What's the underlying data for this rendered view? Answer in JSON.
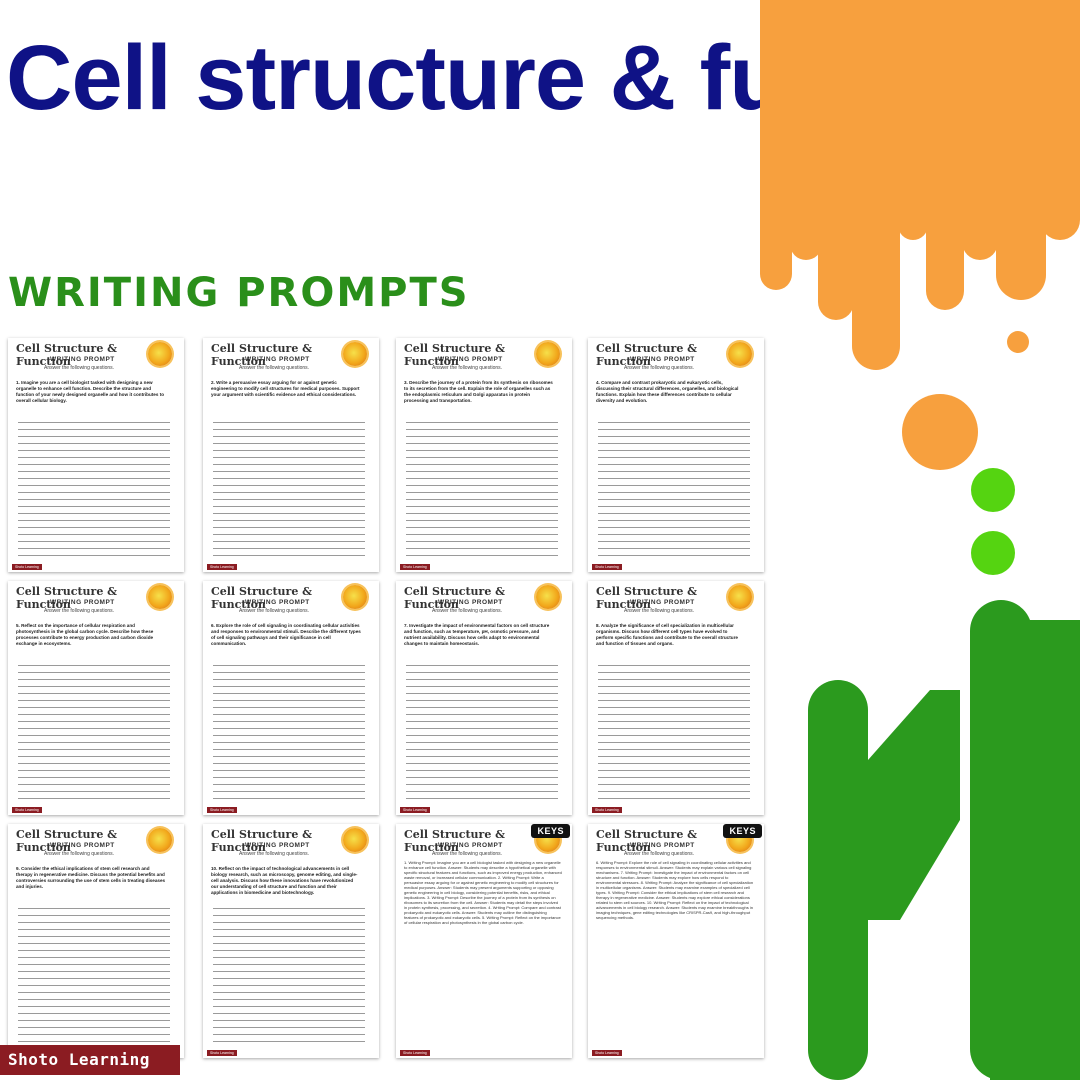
{
  "title": "Cell structure & function",
  "subtitle": "WRITING PROMPTS",
  "brand": "Shoto Learning",
  "colors": {
    "title": "#0f1286",
    "subtitle": "#2a8f1a",
    "orange": "#f7a03e",
    "green": "#2b9a1e",
    "lime": "#55d411",
    "brand": "#8b1c22"
  },
  "page_template": {
    "heading": "Cell Structure & Function",
    "subheading": "WRITING PROMPT",
    "instruction": "Answer the following questions."
  },
  "keys_label": "KEYS",
  "pages": [
    {
      "question": "1. Imagine you are a cell biologist tasked with designing a new organelle to enhance cell function. Describe the structure and function of your newly designed organelle and how it contributes to overall cellular biology."
    },
    {
      "question": "2. Write a persuasive essay arguing for or against genetic engineering to modify cell structures for medical purposes. Support your argument with scientific evidence and ethical considerations."
    },
    {
      "question": "3. Describe the journey of a protein from its synthesis on ribosomes to its secretion from the cell. Explain the role of organelles such as the endoplasmic reticulum and Golgi apparatus in protein processing and transportation."
    },
    {
      "question": "4. Compare and contrast prokaryotic and eukaryotic cells, discussing their structural differences, organelles, and biological functions. Explain how these differences contribute to cellular diversity and evolution."
    },
    {
      "question": "5. Reflect on the importance of cellular respiration and photosynthesis in the global carbon cycle. Describe how these processes contribute to energy production and carbon dioxide exchange in ecosystems."
    },
    {
      "question": "6. Explore the role of cell signaling in coordinating cellular activities and responses to environmental stimuli. Describe the different types of cell signaling pathways and their significance in cell communication."
    },
    {
      "question": "7. Investigate the impact of environmental factors on cell structure and function, such as temperature, pH, osmotic pressure, and nutrient availability. Discuss how cells adapt to environmental changes to maintain homeostasis."
    },
    {
      "question": "8. Analyze the significance of cell specialization in multicellular organisms. Discuss how different cell types have evolved to perform specific functions and contribute to the overall structure and function of tissues and organs."
    },
    {
      "question": "9. Consider the ethical implications of stem cell research and therapy in regenerative medicine. Discuss the potential benefits and controversies surrounding the use of stem cells in treating diseases and injuries."
    },
    {
      "question": "10. Reflect on the impact of technological advancements in cell biology research, such as microscopy, genome editing, and single-cell analysis. Discuss how these innovations have revolutionized our understanding of cell structure and function and their applications in biomedicine and biotechnology."
    },
    {
      "question": "1. Writing Prompt: Imagine you are a cell biologist tasked with designing a new organelle to enhance cell function. Answer: Students may describe a hypothetical organelle with specific structural features and functions, such as improved energy production, enhanced waste removal, or increased cellular communication. 2. Writing Prompt: Write a persuasive essay arguing for or against genetic engineering to modify cell structures for medical purposes. Answer: Students may present arguments supporting or opposing genetic engineering in cell biology, considering potential benefits, risks, and ethical implications. 3. Writing Prompt: Describe the journey of a protein from its synthesis on ribosomes to its secretion from the cell. Answer: Students may detail the steps involved in protein synthesis, processing, and secretion. 4. Writing Prompt: Compare and contrast prokaryotic and eukaryotic cells. Answer: Students may outline the distinguishing features of prokaryotic and eukaryotic cells. 5. Writing Prompt: Reflect on the importance of cellular respiration and photosynthesis in the global carbon cycle.",
      "key": true
    },
    {
      "question": "6. Writing Prompt: Explore the role of cell signaling in coordinating cellular activities and responses to environmental stimuli. Answer: Students may explain various cell signaling mechanisms. 7. Writing Prompt: Investigate the impact of environmental factors on cell structure and function. Answer: Students may explore how cells respond to environmental stressors. 8. Writing Prompt: Analyze the significance of cell specialization in multicellular organisms. Answer: Students may examine examples of specialized cell types. 9. Writing Prompt: Consider the ethical implications of stem cell research and therapy in regenerative medicine. Answer: Students may explore ethical considerations related to stem cell sources. 10. Writing Prompt: Reflect on the impact of technological advancements in cell biology research. Answer: Students may examine breakthroughs in imaging techniques, gene editing technologies like CRISPR-Cas9, and high-throughput sequencing methods.",
      "key": true
    }
  ]
}
